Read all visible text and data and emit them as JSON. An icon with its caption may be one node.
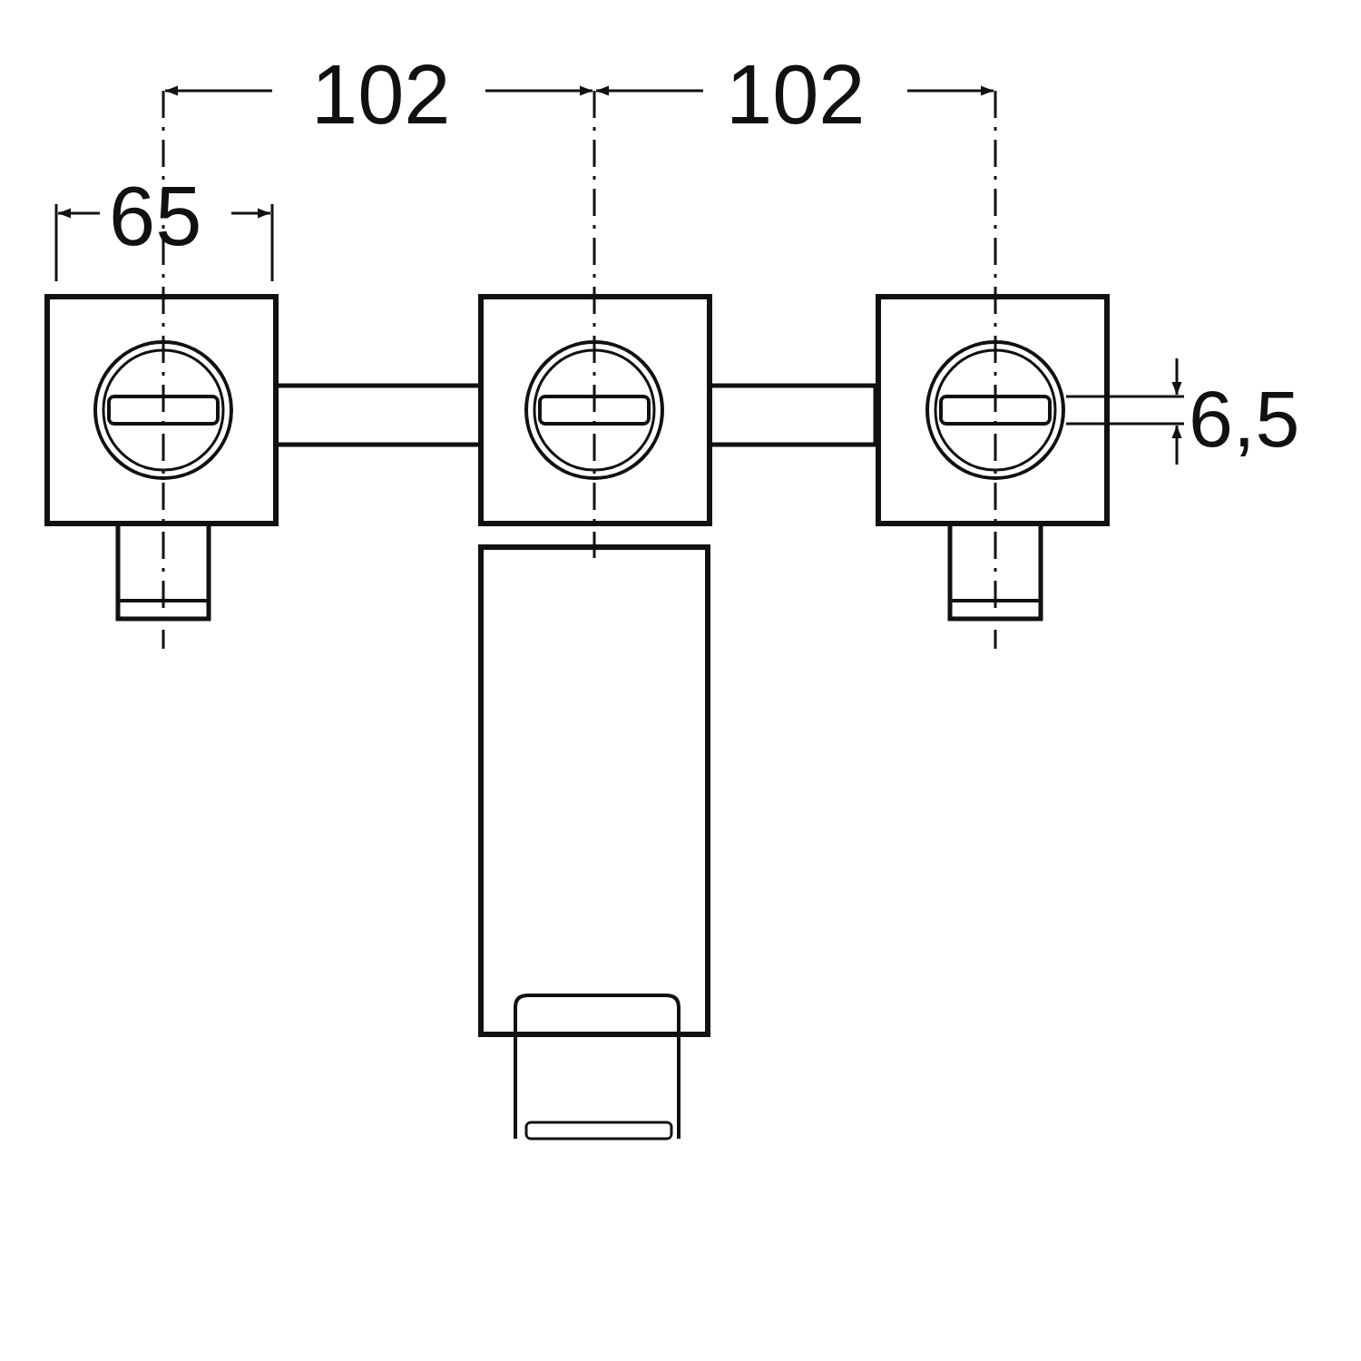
{
  "diagram": {
    "labels": [
      "102",
      "102",
      "65",
      "6,5"
    ]
  }
}
